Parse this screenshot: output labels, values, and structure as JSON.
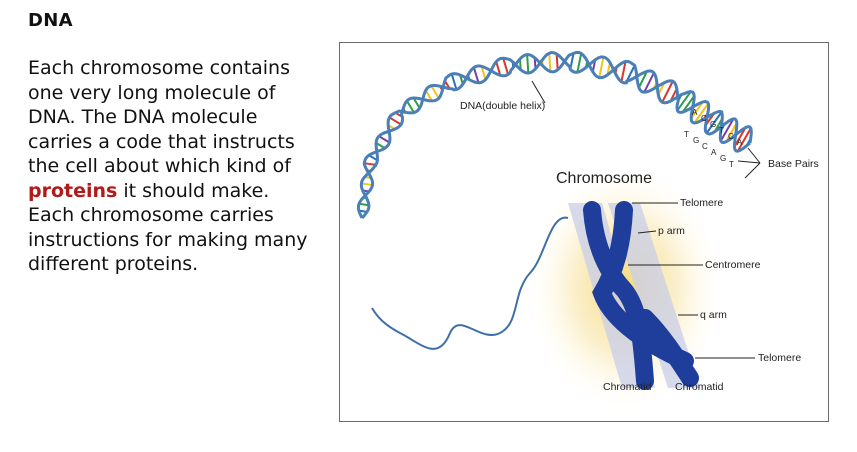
{
  "page": {
    "title": "DNA",
    "text_before": "Each chromosome contains one very long molecule of DNA. The DNA molecule carries a code that instructs the cell about which kind of ",
    "text_emphasis": "proteins",
    "text_after": " it should make. Each chromosome carries instructions for making many different proteins.",
    "emphasis_color": "#b01a1a"
  },
  "figure": {
    "labels": {
      "dna": "DNA(double helix)",
      "base_pairs": "Base Pairs",
      "chromosome": "Chromosome",
      "telomere_top": "Telomere",
      "p_arm": "p arm",
      "centromere": "Centromere",
      "q_arm": "q arm",
      "telomere_bottom": "Telomere",
      "chromatid_left": "Chromatid",
      "chromatid_right": "Chromatid"
    },
    "base_letters": [
      "A",
      "C",
      "G",
      "T",
      "C",
      "A",
      "T",
      "G",
      "C",
      "A",
      "G",
      "T"
    ],
    "colors": {
      "chromosome": "#1f3d9a",
      "backbone": "#4a7fb8",
      "glow": "#f3d36a"
    }
  }
}
